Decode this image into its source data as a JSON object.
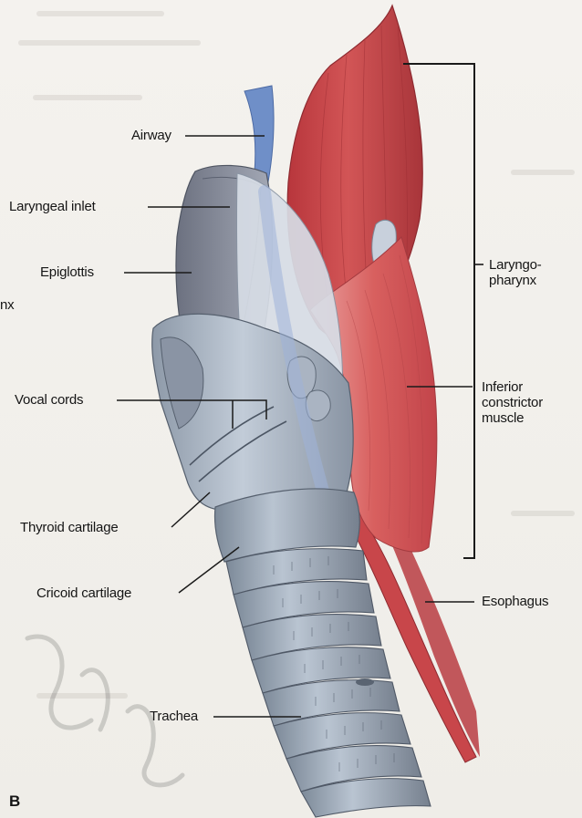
{
  "labels": {
    "airway": "Airway",
    "laryngeal_inlet": "Laryngeal inlet",
    "epiglottis": "Epiglottis",
    "edge_fragment": "nx",
    "vocal_cords": "Vocal cords",
    "thyroid_cartilage": "Thyroid cartilage",
    "cricoid_cartilage": "Cricoid cartilage",
    "trachea": "Trachea",
    "laryngopharynx": "Laryngo-\npharynx",
    "inferior_constrictor": "Inferior\nconstrictor\nmuscle",
    "esophagus": "Esophagus",
    "panel_letter": "B"
  },
  "colors": {
    "muscle": "#c9474a",
    "muscle_dark": "#a8353a",
    "cartilage": "#b3bfcd",
    "cartilage_dark": "#7f8c9c",
    "airway": "#6f8fc8",
    "leader": "#1a1a1a"
  },
  "icons": {
    "bracket": "laryngopharynx-bracket",
    "anatomy": "larynx-illustration"
  }
}
